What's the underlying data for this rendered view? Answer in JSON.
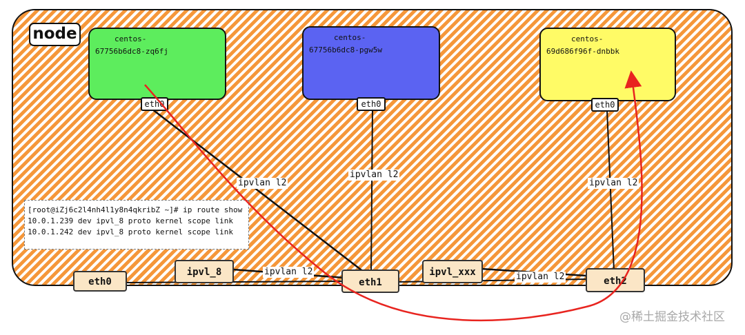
{
  "node": {
    "label": "node"
  },
  "pods": [
    {
      "name_line1": "centos-",
      "name_line2": "67756b6dc8-zq6fj",
      "color": "#5ded5d",
      "iface": "eth0"
    },
    {
      "name_line1": "centos-",
      "name_line2": "67756b6dc8-pgw5w",
      "color": "#5b63f2",
      "iface": "eth0"
    },
    {
      "name_line1": "centos-",
      "name_line2": "69d686f96f-dnbbk",
      "color": "#fffb66",
      "iface": "eth0"
    }
  ],
  "host_interfaces": {
    "eth0": "eth0",
    "ipvl_8": "ipvl_8",
    "eth1": "eth1",
    "ipvl_xxx": "ipvl_xxx",
    "eth2": "eth2"
  },
  "links": {
    "pod_a_to_eth1": "ipvlan l2",
    "pod_b_to_eth1": "ipvlan l2",
    "pod_c_to_eth2": "ipvlan l2",
    "ipvl_8_to_eth1": "ipvlan l2",
    "ipvl_xxx_to_eth2": "ipvlan l2"
  },
  "terminal": {
    "lines": [
      "[root@iZj6c2l4nh4l1y8n4qkribZ ~]# ip route show",
      "10.0.1.239 dev ipvl_8 proto kernel scope link",
      "10.0.1.242 dev ipvl_8 proto kernel scope link"
    ]
  },
  "watermark": "@稀土掘金技术社区",
  "colors": {
    "stripe": "#f5973a",
    "traffic_path": "#e8241f",
    "host_iface_fill": "#fbe6c6"
  }
}
